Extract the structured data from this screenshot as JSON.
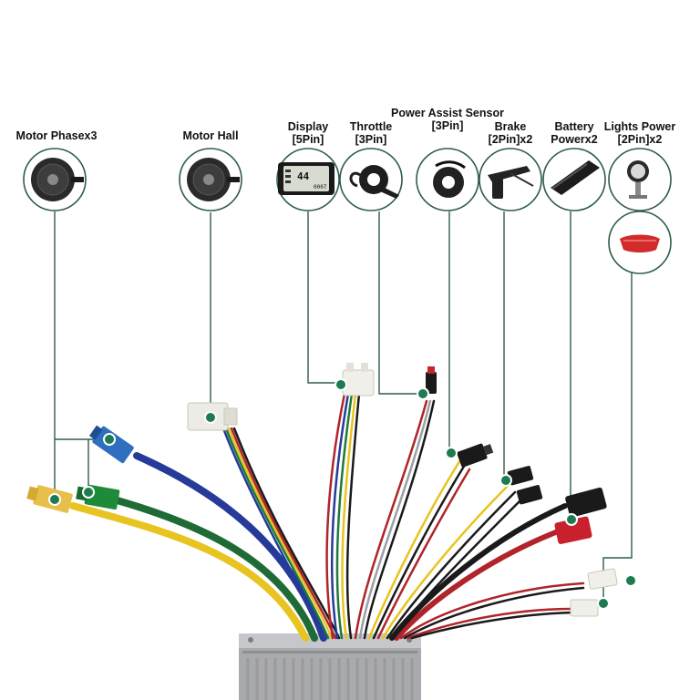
{
  "labels": {
    "motor_phase": "Motor Phasex3",
    "motor_hall": "Motor Hall",
    "display_l1": "Display",
    "display_l2": "[5Pin]",
    "throttle_l1": "Throttle",
    "throttle_l2": "[3Pin]",
    "pas_l1": "Power Assist Sensor",
    "pas_l2": "[3Pin]",
    "brake_l1": "Brake",
    "brake_l2": "[2Pin]x2",
    "battery_l1": "Battery",
    "battery_l2": "Powerx2",
    "lights_l1": "Lights Power",
    "lights_l2": "[2Pin]x2"
  },
  "display_screen": {
    "value_top": "44",
    "value_bottom": "0007"
  },
  "colors": {
    "line_green": "#2f5d46",
    "dot_green": "#1e7a50",
    "wire_yellow": "#e8c420",
    "wire_green": "#1f6b35",
    "wire_blue": "#263a9a",
    "wire_red": "#b0242a",
    "wire_black": "#1a1a1a",
    "plug_blue": "#2f6fc0",
    "plug_green": "#1e8a3a",
    "plug_yellow": "#e6c04a",
    "plug_red": "#c8202c",
    "controller": "#a9aaad"
  }
}
